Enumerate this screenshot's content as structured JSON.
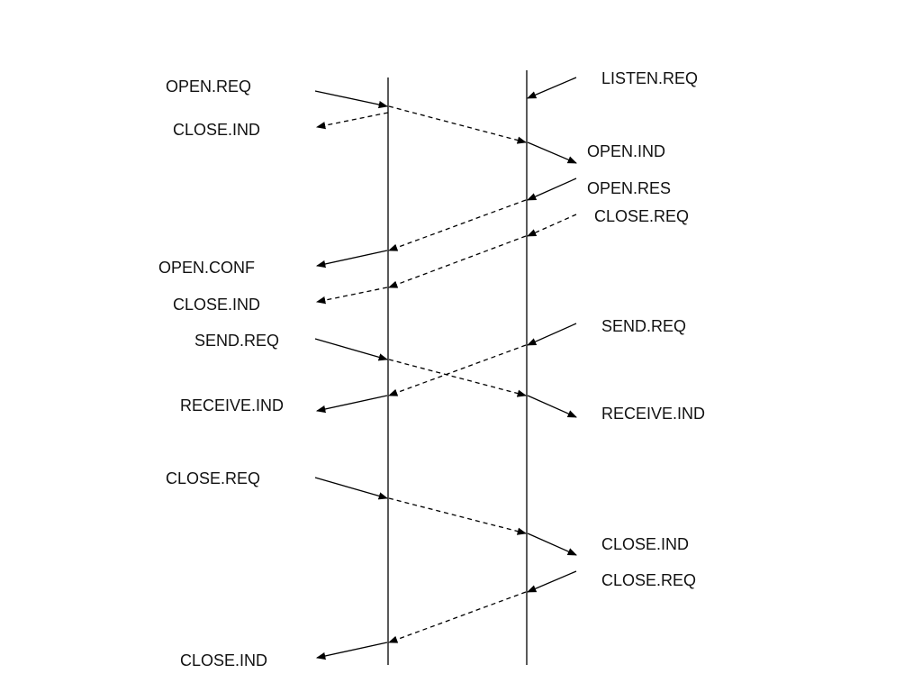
{
  "left_labels": [
    "OPEN.REQ",
    "CLOSE.IND",
    "OPEN.CONF",
    "CLOSE.IND",
    "SEND.REQ",
    "RECEIVE.IND",
    "CLOSE.REQ",
    "CLOSE.IND"
  ],
  "right_labels": [
    "LISTEN.REQ",
    "OPEN.IND",
    "OPEN.RES",
    "CLOSE.REQ",
    "SEND.REQ",
    "RECEIVE.IND",
    "CLOSE.IND",
    "CLOSE.REQ"
  ]
}
